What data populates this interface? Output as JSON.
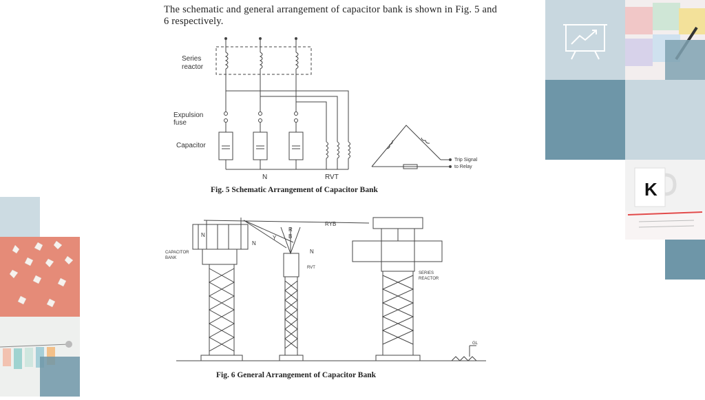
{
  "intro_text": "The schematic and general arrangement of capacitor bank is shown in Fig. 5 and 6 respectively.",
  "fig5": {
    "caption": "Fig. 5 Schematic Arrangement of Capacitor Bank",
    "labels": {
      "series_reactor_1": "Series",
      "series_reactor_2": "reactor",
      "expulsion_fuse_1": "Expulsion",
      "expulsion_fuse_2": "fuse",
      "capacitor": "Capacitor",
      "neutral": "N",
      "rvt": "RVT",
      "trip_signal_1": "Trip Signal",
      "trip_signal_2": "to Relay"
    }
  },
  "fig6": {
    "caption": "Fig. 6 General Arrangement of Capacitor Bank",
    "labels": {
      "ryb": "RYB",
      "capacitor_bank_1": "CAPACITOR",
      "capacitor_bank_2": "BANK",
      "n_left": "N",
      "n_mid": "N",
      "n_right": "N",
      "y": "Y",
      "r": "R",
      "b": "B",
      "rvt": "RVT",
      "series_reactor_1": "SERIES",
      "series_reactor_2": "REACTOR",
      "gl": "GL"
    }
  },
  "decor": {
    "presentation_icon": "presentation-chart-icon",
    "accent_blue": "#6e96a8",
    "light_blue": "#c8d7df",
    "coral": "#e58b78"
  }
}
